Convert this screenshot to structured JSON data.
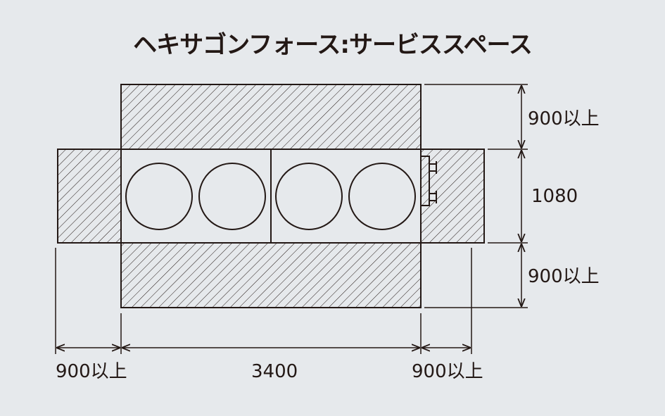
{
  "title": "ヘキサゴンフォース:サービススペース",
  "colors": {
    "background": "#e6e9ec",
    "line": "#231815",
    "unit_fill": "#e6e9ec"
  },
  "dimensions": {
    "top_clearance": "900以上",
    "depth": "1080",
    "bottom_clearance": "900以上",
    "left_clearance": "900以上",
    "width": "3400",
    "right_clearance": "900以上"
  },
  "units": {
    "count": 2,
    "fans_per_unit": 2
  }
}
